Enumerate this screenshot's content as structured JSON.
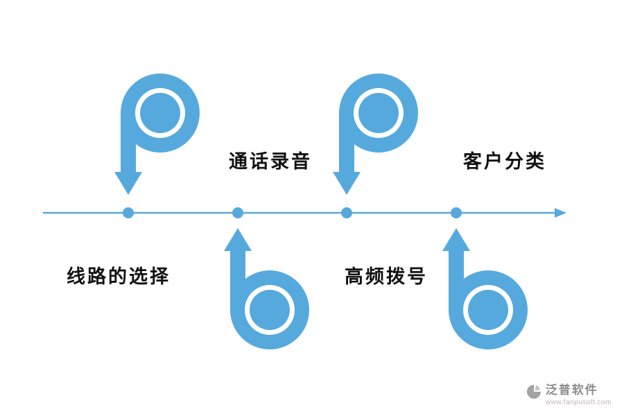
{
  "diagram": {
    "type": "timeline-flow",
    "colors": {
      "accent": "#56A9DC",
      "label_text": "#111111"
    },
    "nodes": [
      {
        "label": "线路的选择",
        "side": "bottom",
        "icon": "spiral-arrow-up"
      },
      {
        "label": "通话录音",
        "side": "top",
        "icon": "spiral-arrow-down"
      },
      {
        "label": "高频拨号",
        "side": "bottom",
        "icon": "spiral-arrow-up"
      },
      {
        "label": "客户分类",
        "side": "top",
        "icon": "spiral-arrow-down"
      }
    ],
    "axis": {
      "direction": "right",
      "dot_count": 4
    }
  },
  "watermark": {
    "brand": "泛普软件",
    "url": "www.fanpusoft.com",
    "logo": "fan-pie-icon"
  }
}
